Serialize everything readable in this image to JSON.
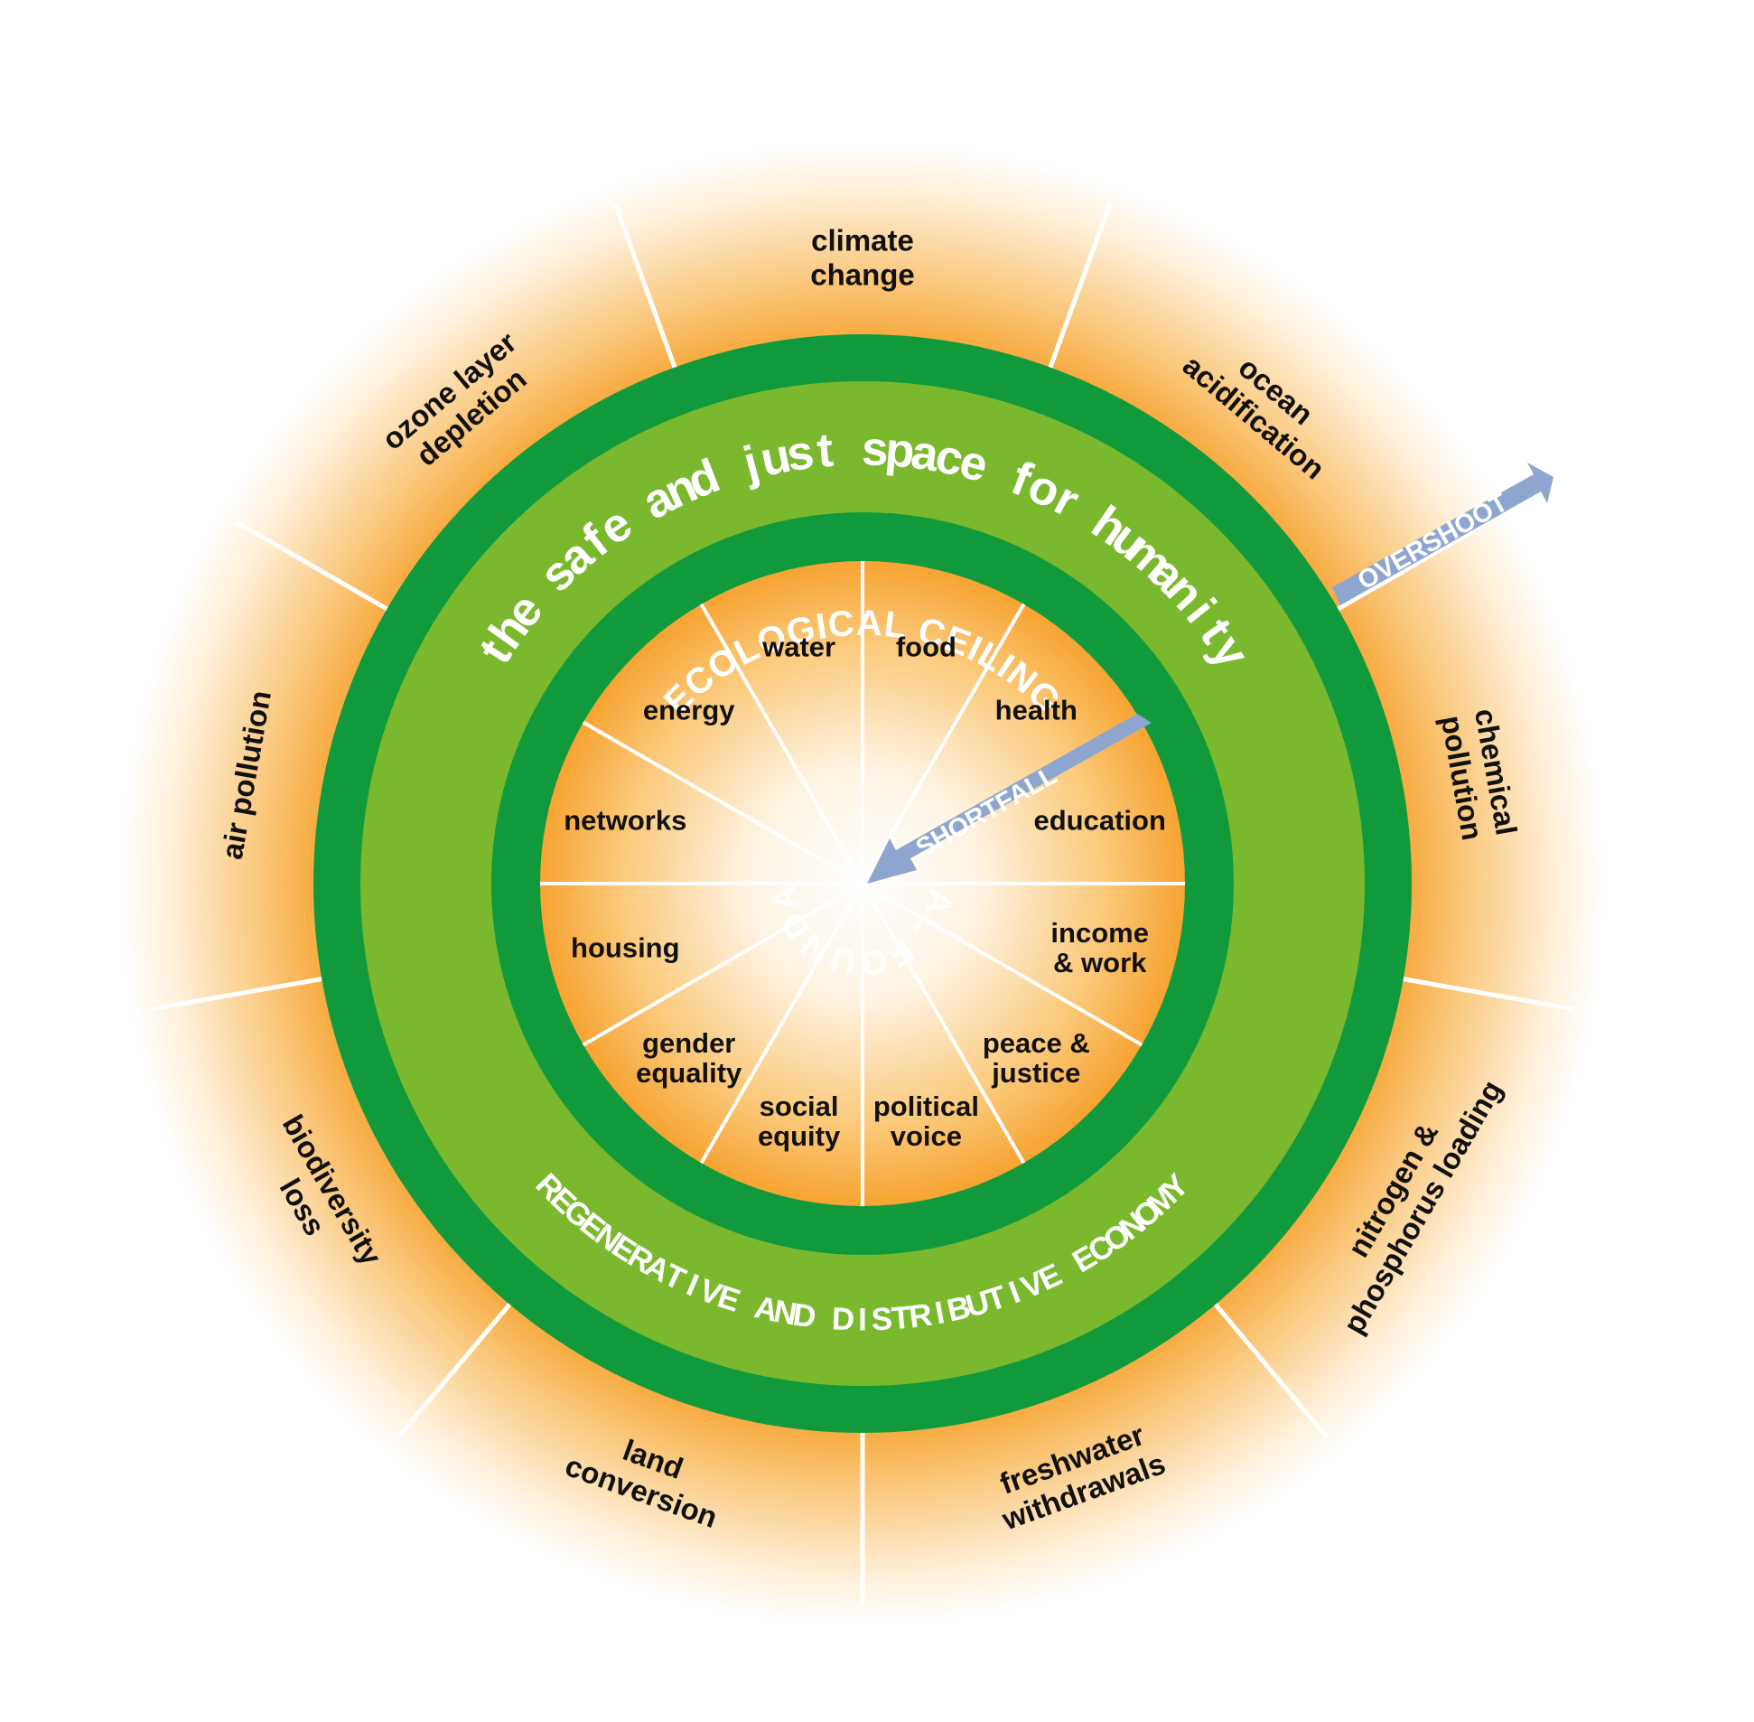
{
  "rings": {
    "ecological_ceiling": "ECOLOGICAL CEILING",
    "safe_space": "the safe and just space for humanity",
    "social_foundation": "SOCIAL FOUNDATION",
    "economy": "REGENERATIVE AND DISTRIBUTIVE ECONOMY"
  },
  "arrows": {
    "overshoot": "OVERSHOOT",
    "shortfall": "SHORTFALL"
  },
  "ecological_boundaries": [
    {
      "id": "climate-change",
      "lines": [
        "climate",
        "change"
      ]
    },
    {
      "id": "ocean-acidification",
      "lines": [
        "ocean",
        "acidification"
      ]
    },
    {
      "id": "chemical-pollution",
      "lines": [
        "chemical",
        "pollution"
      ]
    },
    {
      "id": "nitrogen-phosphorus-loading",
      "lines": [
        "nitrogen &",
        "phosphorus loading"
      ]
    },
    {
      "id": "freshwater-withdrawals",
      "lines": [
        "freshwater",
        "withdrawals"
      ]
    },
    {
      "id": "land-conversion",
      "lines": [
        "land",
        "conversion"
      ]
    },
    {
      "id": "biodiversity-loss",
      "lines": [
        "biodiversity",
        "loss"
      ]
    },
    {
      "id": "air-pollution",
      "lines": [
        "air pollution"
      ]
    },
    {
      "id": "ozone-layer-depletion",
      "lines": [
        "ozone layer",
        "depletion"
      ]
    }
  ],
  "social_foundations": [
    {
      "id": "food",
      "lines": [
        "food"
      ]
    },
    {
      "id": "health",
      "lines": [
        "health"
      ]
    },
    {
      "id": "education",
      "lines": [
        "education"
      ]
    },
    {
      "id": "income-work",
      "lines": [
        "income",
        "& work"
      ]
    },
    {
      "id": "peace-justice",
      "lines": [
        "peace &",
        "justice"
      ]
    },
    {
      "id": "political-voice",
      "lines": [
        "political",
        "voice"
      ]
    },
    {
      "id": "social-equity",
      "lines": [
        "social",
        "equity"
      ]
    },
    {
      "id": "gender-equality",
      "lines": [
        "gender",
        "equality"
      ]
    },
    {
      "id": "housing",
      "lines": [
        "housing"
      ]
    },
    {
      "id": "networks",
      "lines": [
        "networks"
      ]
    },
    {
      "id": "energy",
      "lines": [
        "energy"
      ]
    },
    {
      "id": "water",
      "lines": [
        "water"
      ]
    }
  ],
  "colors": {
    "dark_green": "#119a3c",
    "light_green": "#7ab82e",
    "orange": "#f7a432",
    "arrow_blue": "#8ea6cf",
    "divider": "#ffffff"
  }
}
